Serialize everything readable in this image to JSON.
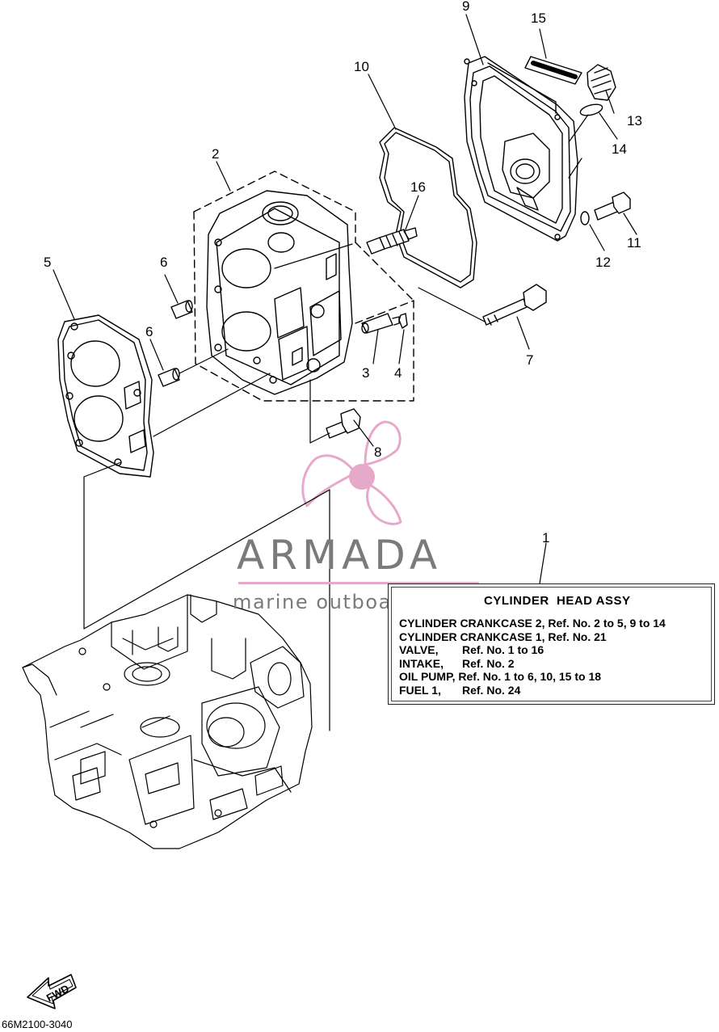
{
  "callouts": {
    "n1": "1",
    "n2": "2",
    "n3": "3",
    "n4": "4",
    "n5": "5",
    "n6a": "6",
    "n6b": "6",
    "n7": "7",
    "n8": "8",
    "n9": "9",
    "n10": "10",
    "n11": "11",
    "n12": "12",
    "n13": "13",
    "n14": "14",
    "n15": "15",
    "n16": "16"
  },
  "info_box": {
    "title": "CYLINDER  HEAD ASSY",
    "rows": [
      {
        "name": "CYLINDER CRANKCASE 2,",
        "ref": " Ref. No. 2 to 5, 9 to 14"
      },
      {
        "name": "CYLINDER CRANKCASE 1,",
        "ref": " Ref. No. 21"
      },
      {
        "name": "VALVE,",
        "ref": "Ref. No. 1 to 16"
      },
      {
        "name": "INTAKE,",
        "ref": "Ref. No. 2"
      },
      {
        "name": "OIL PUMP,",
        "ref": " Ref. No. 1 to 6, 10, 15 to 18"
      },
      {
        "name": "FUEL 1,",
        "ref": "Ref. No. 24"
      }
    ]
  },
  "watermark": {
    "word": "ARMADA",
    "sub": "marine outboards",
    "accent_color": "#e7a9c9",
    "text_color": "#7a7a7a"
  },
  "fwd_label": "FWD",
  "diagram_code": "66M2100-3040"
}
